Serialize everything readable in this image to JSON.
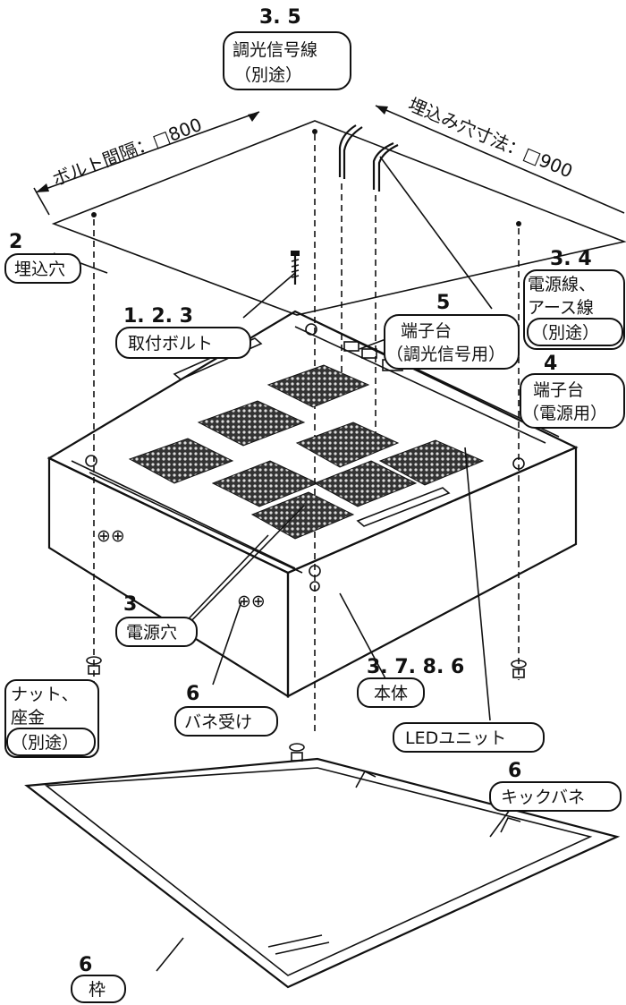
{
  "dimensions": {
    "bolt_spacing": "ボルト間隔：□800",
    "cutout_size": "埋込み穴寸法：□900"
  },
  "callouts": {
    "dimming_wire": {
      "num": "3. 5",
      "line1": "調光信号線",
      "line2": "（別途）"
    },
    "cutout": {
      "num": "2",
      "label": "埋込穴"
    },
    "power_wire": {
      "num": "3. 4",
      "line1": "電源線、",
      "line2": "アース線",
      "line3": "（別途）"
    },
    "bolt": {
      "num": "1. 2. 3",
      "label": "取付ボルト"
    },
    "terminal_dimming": {
      "num": "5",
      "line1": "端子台",
      "line2": "（調光信号用）"
    },
    "terminal_power": {
      "num": "4",
      "line1": "端子台",
      "line2": "（電源用）"
    },
    "power_hole": {
      "num": "3",
      "label": "電源穴"
    },
    "body": {
      "num": "3. 7. 8. 6",
      "label": "本体"
    },
    "nut": {
      "line1": "ナット、",
      "line2": "座金",
      "line3": "（別途）"
    },
    "spring_receiver": {
      "num": "6",
      "label": "バネ受け"
    },
    "led_unit": {
      "label": "LEDユニット"
    },
    "kick_spring": {
      "num": "6",
      "label": "キックバネ"
    },
    "frame": {
      "num": "6",
      "label": "枠"
    }
  }
}
